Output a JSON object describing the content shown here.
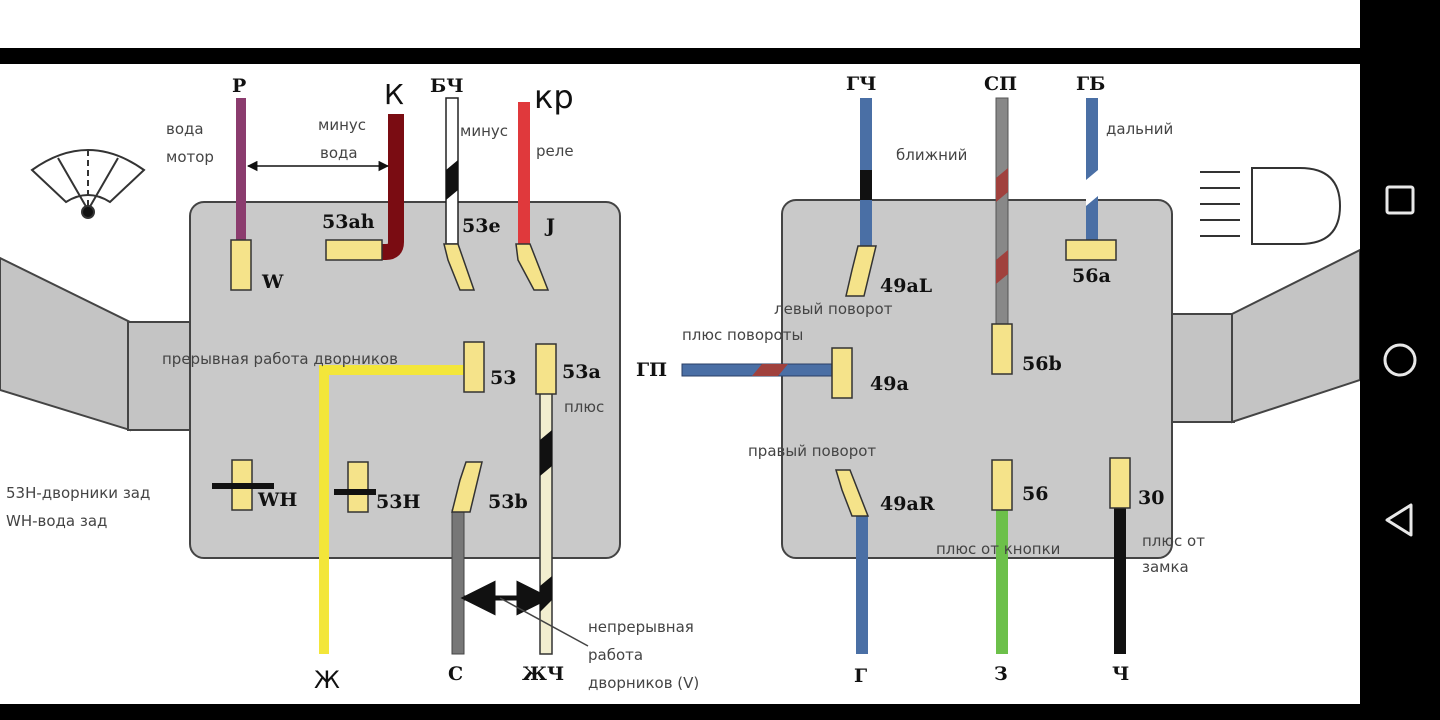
{
  "nav": {
    "recents_icon": "square-icon",
    "home_icon": "circle-icon",
    "back_icon": "triangle-back-icon"
  },
  "colors": {
    "background": "#ffffff",
    "block": "#c9c9c9",
    "pin": "#f5e38a",
    "nav_bar": "#000000"
  },
  "diagram": {
    "left": {
      "wires": {
        "p": "Р",
        "k": "К",
        "bch": "БЧ",
        "kr": "кр",
        "zh": "Ж",
        "s": "С",
        "zhch": "ЖЧ"
      },
      "pins": {
        "w": "W",
        "ah53": "53ah",
        "e53": "53e",
        "j": "J",
        "p53": "53",
        "a53": "53a",
        "b53": "53b",
        "wh": "WH",
        "h53": "53H"
      },
      "notes": {
        "voda": "вода",
        "motor": "мотор",
        "minus": "минус",
        "voda2": "вода",
        "minus2": "минус",
        "rele": "реле",
        "intermittent": "прерывная работа дворников",
        "plus": "плюс",
        "legend1": "53H-дворники зад",
        "legend2": "WH-вода зад",
        "cont1": "непрерывная",
        "cont2": "работа",
        "cont3": "дворников (V)"
      }
    },
    "right": {
      "wires": {
        "gch": "ГЧ",
        "sp": "СП",
        "gb": "ГБ",
        "gp": "ГП",
        "g": "Г",
        "z": "З",
        "ch": "Ч"
      },
      "pins": {
        "aL49": "49aL",
        "a56": "56a",
        "a49": "49a",
        "b56": "56b",
        "aR49": "49aR",
        "p56": "56",
        "p30": "30"
      },
      "notes": {
        "blizhniy": "ближний",
        "dalniy": "дальний",
        "left_turn": "левый поворот",
        "plus_turns": "плюс повороты",
        "right_turn": "правый поворот",
        "plus_button": "плюс от кнопки",
        "plus_from": "плюс от",
        "ignition": "замка"
      }
    }
  }
}
